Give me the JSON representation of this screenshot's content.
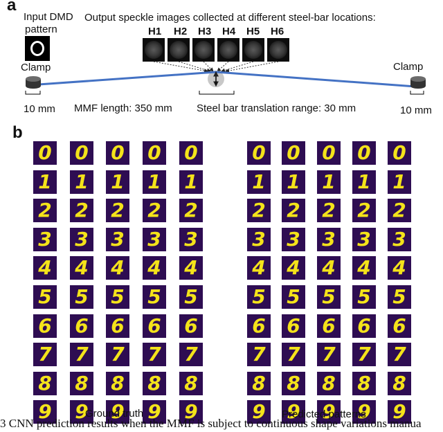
{
  "panel_a": {
    "label": "a",
    "input_title_line1": "Input DMD",
    "input_title_line2": "pattern",
    "output_title": "Output speckle images collected at different steel-bar locations:",
    "speckle_labels": [
      "H1",
      "H2",
      "H3",
      "H4",
      "H5",
      "H6"
    ],
    "clamp_left": "Clamp",
    "clamp_right": "Clamp",
    "left_len": "10 mm",
    "right_len": "10 mm",
    "mmf_length": "MMF length: 350 mm",
    "translation_range": "Steel bar translation range: 30 mm",
    "fiber_color": "#4472c4"
  },
  "panel_b": {
    "label": "b",
    "ground_truth_label": "Ground truth",
    "predicted_label": "Predicted patterns",
    "digits": [
      "0",
      "1",
      "2",
      "3",
      "4",
      "5",
      "6",
      "7",
      "8",
      "9"
    ],
    "columns_per_group": 5,
    "tile_bg": "#2e0d52",
    "digit_color": "#f4e31a"
  },
  "caption": "3 CNN prediction results when the MMF is subject to continuous shape variations manua"
}
